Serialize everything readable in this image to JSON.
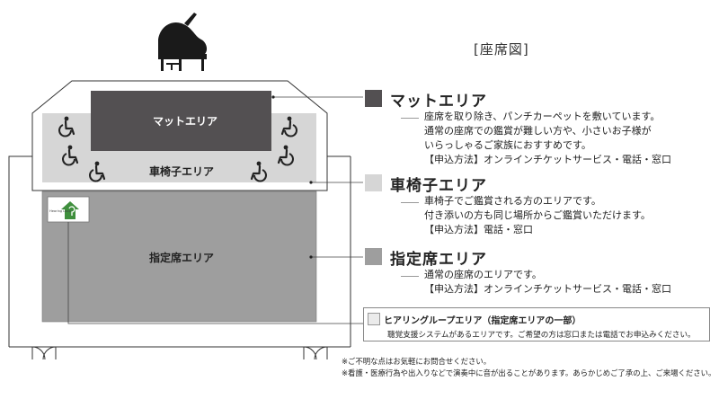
{
  "page_title": "[座席図]",
  "colors": {
    "mat": "#535052",
    "wheelchair": "#d6d6d6",
    "reserved": "#9e9e9e",
    "stage": "#ffffff",
    "hearing_loop_badge": "#3f8f3d"
  },
  "icons": {
    "piano": "grand-piano-icon",
    "wheelchair": "wheelchair-icon",
    "hearing_loop": "hearing-loop-icon"
  },
  "hearing_loop_badge_text": "Hearing Loop",
  "map_labels": {
    "mat": "マットエリア",
    "wheelchair": "車椅子エリア",
    "reserved": "指定席エリア"
  },
  "legend": [
    {
      "title": "マットエリア",
      "lines": [
        "座席を取り除き、パンチカーペットを敷いています。",
        "通常の座席での鑑賞が難しい方や、小さいお子様が",
        "いらっしゃるご家族におすすめです。",
        "【申込方法】オンラインチケットサービス・電話・窓口"
      ]
    },
    {
      "title": "車椅子エリア",
      "lines": [
        "車椅子でご鑑賞される方のエリアです。",
        "付き添いの方も同じ場所からご鑑賞いただけます。",
        "【申込方法】電話・窓口"
      ]
    },
    {
      "title": "指定席エリア",
      "lines": [
        "通常の座席のエリアです。",
        "【申込方法】オンラインチケットサービス・電話・窓口"
      ]
    }
  ],
  "hearing_loop": {
    "title": "ヒアリングループエリア（指定席エリアの一部）",
    "description": "聴覚支援システムがあるエリアです。ご希望の方は窓口または電話でお申込みください。"
  },
  "notes": [
    "※ご不明な点はお気軽にお問合せください。",
    "※看護・医療行為や出入りなどで演奏中に音が出ることがあります。あらかじめご了承の上、ご来場ください。"
  ]
}
